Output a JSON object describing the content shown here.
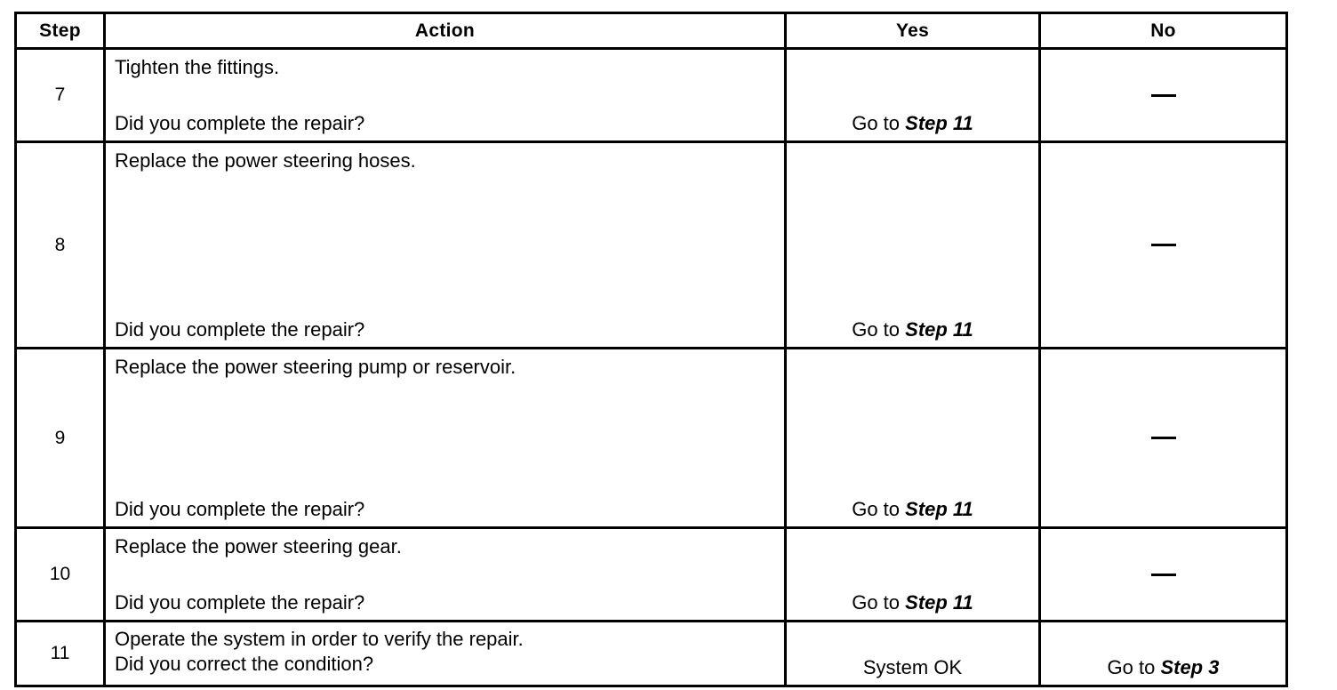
{
  "table": {
    "headers": {
      "step": "Step",
      "action": "Action",
      "yes": "Yes",
      "no": "No"
    },
    "rows": [
      {
        "step": "7",
        "action_lead": "Tighten the fittings.",
        "action_tail": "Did you complete the repair?",
        "yes_prefix": "Go to ",
        "yes_ref": "Step 11",
        "no_text": "—",
        "no_is_dash": true
      },
      {
        "step": "8",
        "action_lead": "Replace the power steering hoses.",
        "action_tail": "Did you complete the repair?",
        "yes_prefix": "Go to ",
        "yes_ref": "Step 11",
        "no_text": "—",
        "no_is_dash": true
      },
      {
        "step": "9",
        "action_lead": "Replace the power steering pump or reservoir.",
        "action_tail": "Did you complete the repair?",
        "yes_prefix": "Go to ",
        "yes_ref": "Step 11",
        "no_text": "—",
        "no_is_dash": true
      },
      {
        "step": "10",
        "action_lead": "Replace the power steering gear.",
        "action_tail": "Did you complete the repair?",
        "yes_prefix": "Go to ",
        "yes_ref": "Step 11",
        "no_text": "—",
        "no_is_dash": true
      },
      {
        "step": "11",
        "action_lead": "Operate the system in order to verify the repair.",
        "action_tail": "Did you correct the condition?",
        "yes_prefix": "System OK",
        "yes_ref": "",
        "no_prefix": "Go to ",
        "no_ref": "Step 3",
        "no_is_dash": false
      }
    ]
  },
  "colors": {
    "ink": "#000000",
    "paper": "#ffffff"
  }
}
